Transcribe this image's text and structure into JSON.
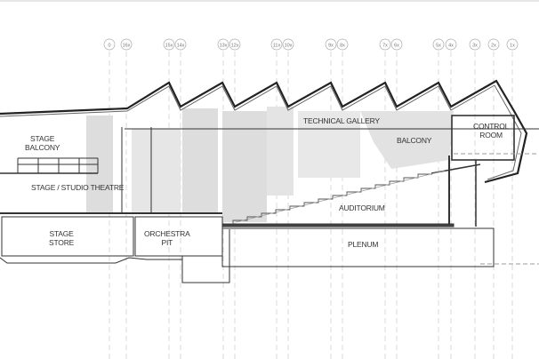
{
  "grid_labels": [
    "0",
    "16x",
    "15x",
    "14x",
    "13x",
    "12x",
    "11x",
    "10x",
    "9x",
    "8x",
    "7x",
    "6x",
    "5x",
    "4x",
    "3x",
    "2x",
    "1x"
  ],
  "rooms": {
    "stage_balcony": "STAGE\nBALCONY",
    "stage_studio_theatre": "STAGE / STUDIO THEATRE",
    "stage_store": "STAGE\nSTORE",
    "orchestra_pit": "ORCHESTRA\nPIT",
    "technical_gallery": "TECHNICAL GALLERY",
    "balcony": "BALCONY",
    "control_room": "CONTROL\nROOM",
    "auditorium": "AUDITORIUM",
    "plenum": "PLENUM"
  }
}
